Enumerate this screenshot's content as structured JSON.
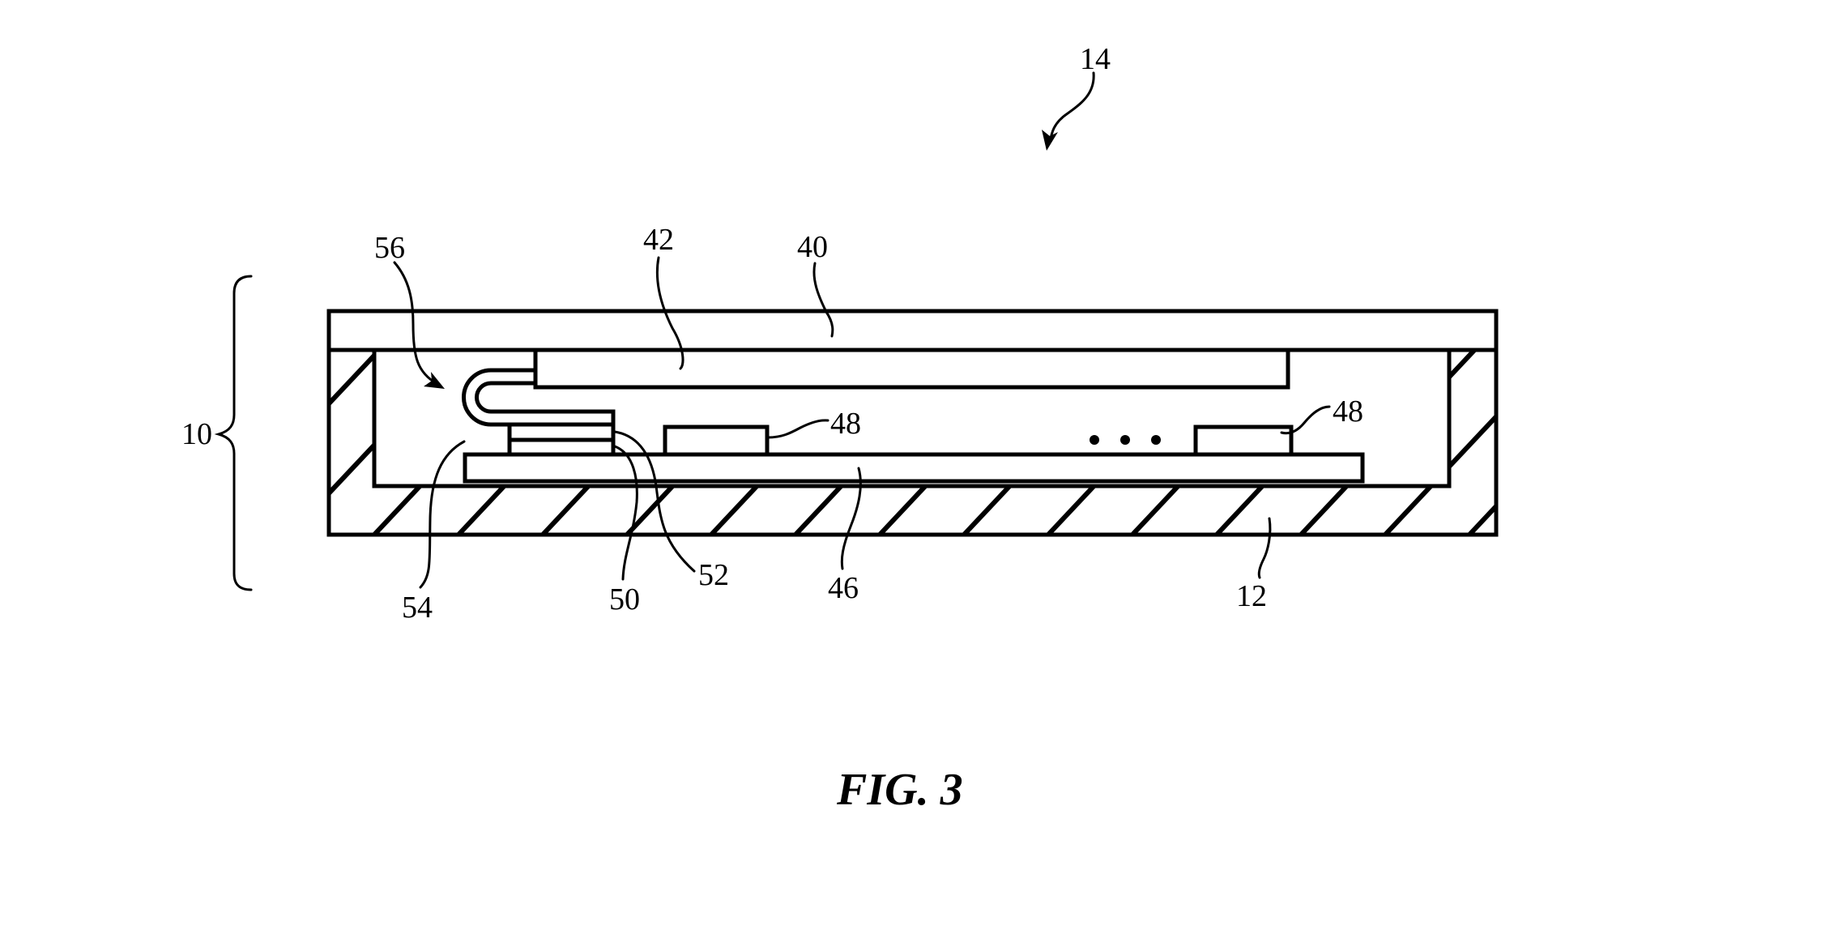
{
  "figure": {
    "caption": "FIG. 3",
    "colors": {
      "line": "#000000",
      "background": "#ffffff"
    }
  },
  "reference_numerals": {
    "device": "10",
    "housing": "12",
    "assembly": "14",
    "display_cover": "40",
    "display": "42",
    "circuit_board": "46",
    "component_left": "48",
    "component_right": "48",
    "connector": "50",
    "connector_lead": "52",
    "flex_cable": "54",
    "bend": "56"
  },
  "ellipsis_dots": 3
}
